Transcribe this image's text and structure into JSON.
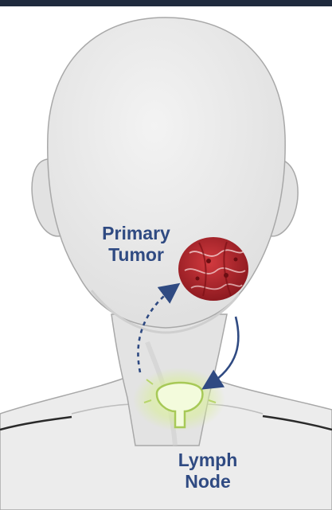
{
  "labels": {
    "primary_tumor": {
      "line1": "Primary",
      "line2": "Tumor"
    },
    "lymph_node": {
      "line1": "Lymph",
      "line2": "Node"
    }
  },
  "colors": {
    "label_text": "#2f4a82",
    "skin": "#ebebeb",
    "skin_shadow": "#d6d6d6",
    "outline": "#9a9a9a",
    "tumor": "#b3242b",
    "lymph_node_glow": "#cde88a",
    "arrow": "#2f4a82",
    "frame_dark": "#1f2a3d"
  },
  "icons": {
    "tumor": "tumor-icon",
    "lymph_node": "lymph-node-icon",
    "metastasis_arrow": "metastasis-arrow-icon",
    "return_arrow": "return-arrow-icon"
  }
}
